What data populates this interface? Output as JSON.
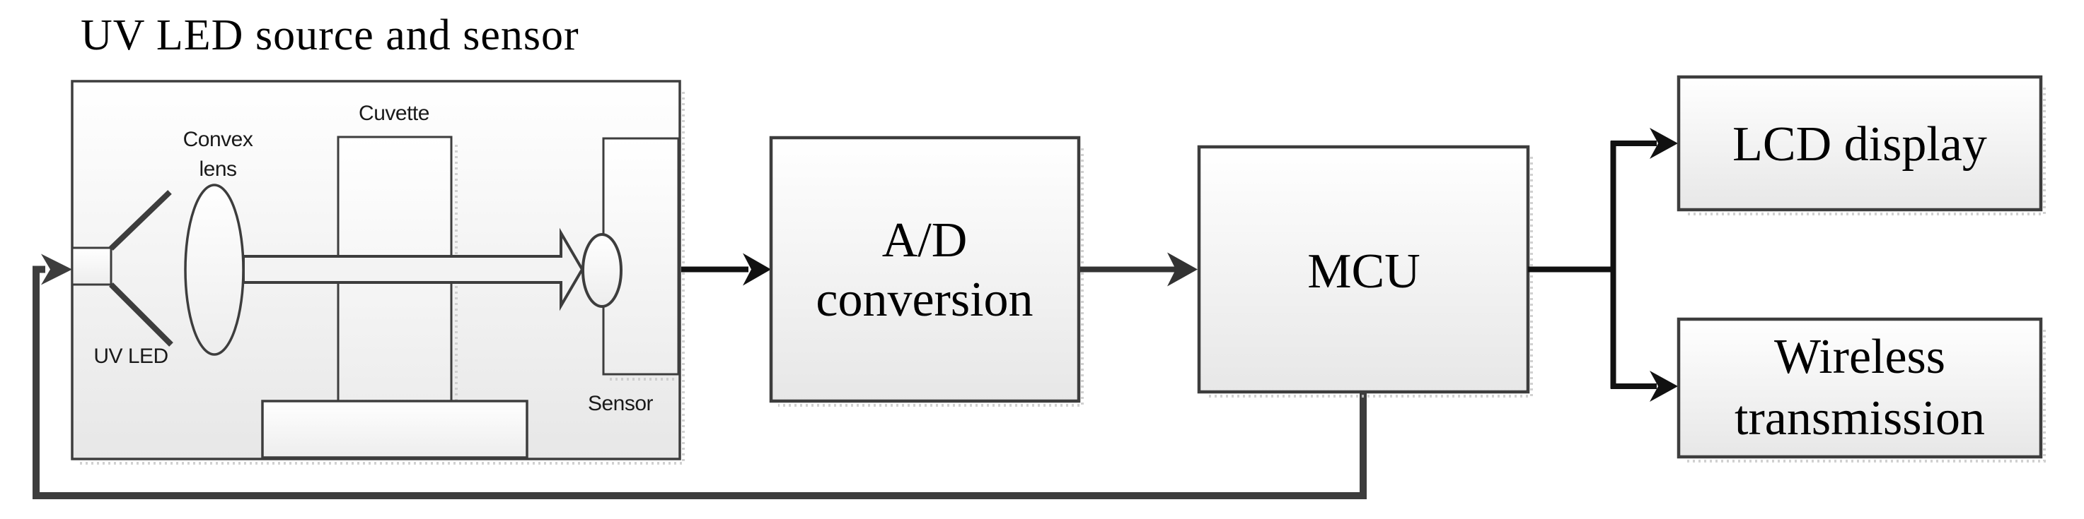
{
  "title": "UV LED source and sensor",
  "uv_module": {
    "convex_lens_label": [
      "Convex",
      "lens"
    ],
    "cuvette_label": "Cuvette",
    "uv_led_label": "UV LED",
    "sensor_label": "Sensor"
  },
  "blocks": {
    "ad_conversion": {
      "label_lines": [
        "A/D",
        "conversion"
      ]
    },
    "mcu": {
      "label": "MCU"
    },
    "lcd_display": {
      "label": "LCD display"
    },
    "wireless_transmission": {
      "label_lines": [
        "Wireless",
        "transmission"
      ]
    }
  },
  "connections": [
    {
      "from": "uv-led-source-and-sensor",
      "to": "ad-conversion",
      "type": "arrow"
    },
    {
      "from": "ad-conversion",
      "to": "mcu",
      "type": "arrow"
    },
    {
      "from": "mcu",
      "to": "lcd-display",
      "type": "arrow"
    },
    {
      "from": "mcu",
      "to": "wireless-transmission",
      "type": "arrow"
    },
    {
      "from": "mcu",
      "to": "uv-led",
      "type": "feedback-arrow"
    }
  ],
  "colors": {
    "outline": "#3d3d3d",
    "connector": "#111111",
    "feedback": "#3d3d3d",
    "fill_top": "#ffffff",
    "fill_bottom": "#e7e7e7",
    "beam_fill": "#f3f3f3",
    "shadow": "#c9c9c9",
    "background": "#ffffff"
  }
}
